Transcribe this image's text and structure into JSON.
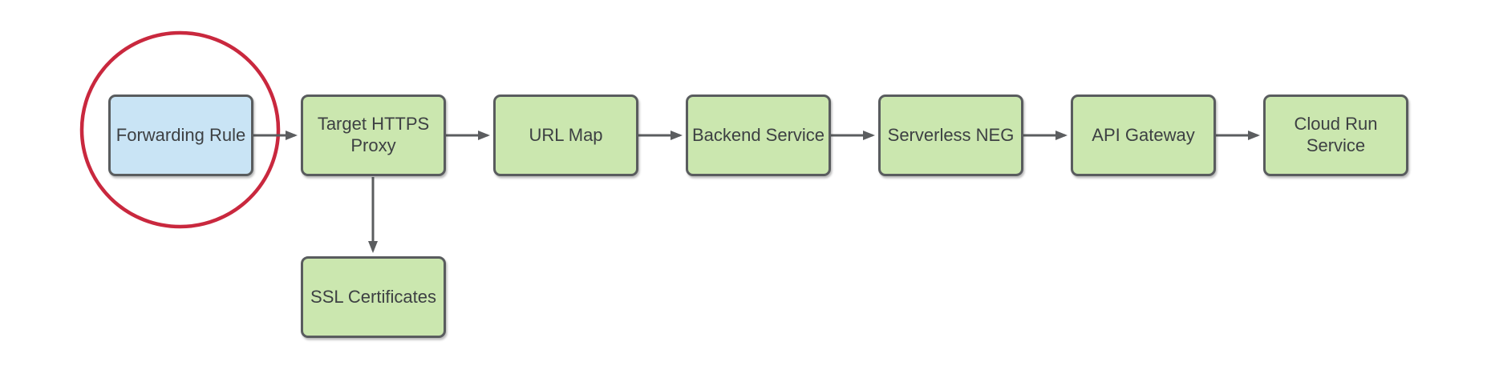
{
  "diagram": {
    "type": "flowchart",
    "background": "#ffffff",
    "nodes": [
      {
        "id": "forwarding-rule",
        "label": "Forwarding Rule",
        "fill": "#c9e4f5",
        "border": "#595c5e",
        "shape": "rounded-rect",
        "highlighted": true
      },
      {
        "id": "target-https-proxy",
        "label": "Target HTTPS\nProxy",
        "fill": "#cbe7af",
        "border": "#595c5e",
        "shape": "rounded-rect",
        "highlighted": false
      },
      {
        "id": "url-map",
        "label": "URL Map",
        "fill": "#cbe7af",
        "border": "#595c5e",
        "shape": "rounded-rect",
        "highlighted": false
      },
      {
        "id": "backend-service",
        "label": "Backend Service",
        "fill": "#cbe7af",
        "border": "#595c5e",
        "shape": "rounded-rect",
        "highlighted": false
      },
      {
        "id": "serverless-neg",
        "label": "Serverless NEG",
        "fill": "#cbe7af",
        "border": "#595c5e",
        "shape": "rounded-rect",
        "highlighted": false
      },
      {
        "id": "api-gateway",
        "label": "API Gateway",
        "fill": "#cbe7af",
        "border": "#595c5e",
        "shape": "rounded-rect",
        "highlighted": false
      },
      {
        "id": "cloud-run-service",
        "label": "Cloud Run\nService",
        "fill": "#cbe7af",
        "border": "#595c5e",
        "shape": "rounded-rect",
        "highlighted": false
      },
      {
        "id": "ssl-certificates",
        "label": "SSL Certificates",
        "fill": "#cbe7af",
        "border": "#595c5e",
        "shape": "rounded-rect",
        "highlighted": false
      }
    ],
    "edges": [
      {
        "from": "forwarding-rule",
        "to": "target-https-proxy",
        "direction": "right"
      },
      {
        "from": "target-https-proxy",
        "to": "url-map",
        "direction": "right"
      },
      {
        "from": "url-map",
        "to": "backend-service",
        "direction": "right"
      },
      {
        "from": "backend-service",
        "to": "serverless-neg",
        "direction": "right"
      },
      {
        "from": "serverless-neg",
        "to": "api-gateway",
        "direction": "right"
      },
      {
        "from": "api-gateway",
        "to": "cloud-run-service",
        "direction": "right"
      },
      {
        "from": "target-https-proxy",
        "to": "ssl-certificates",
        "direction": "down"
      }
    ],
    "annotations": [
      {
        "type": "ellipse",
        "around": "forwarding-rule",
        "color": "#c9283e"
      }
    ],
    "colors": {
      "node_green_fill": "#cbe7af",
      "node_blue_fill": "#c9e4f5",
      "node_border": "#595c5e",
      "arrow": "#5b5d5f",
      "highlight_red": "#c9283e",
      "text": "#3d4043",
      "background": "#ffffff"
    }
  }
}
